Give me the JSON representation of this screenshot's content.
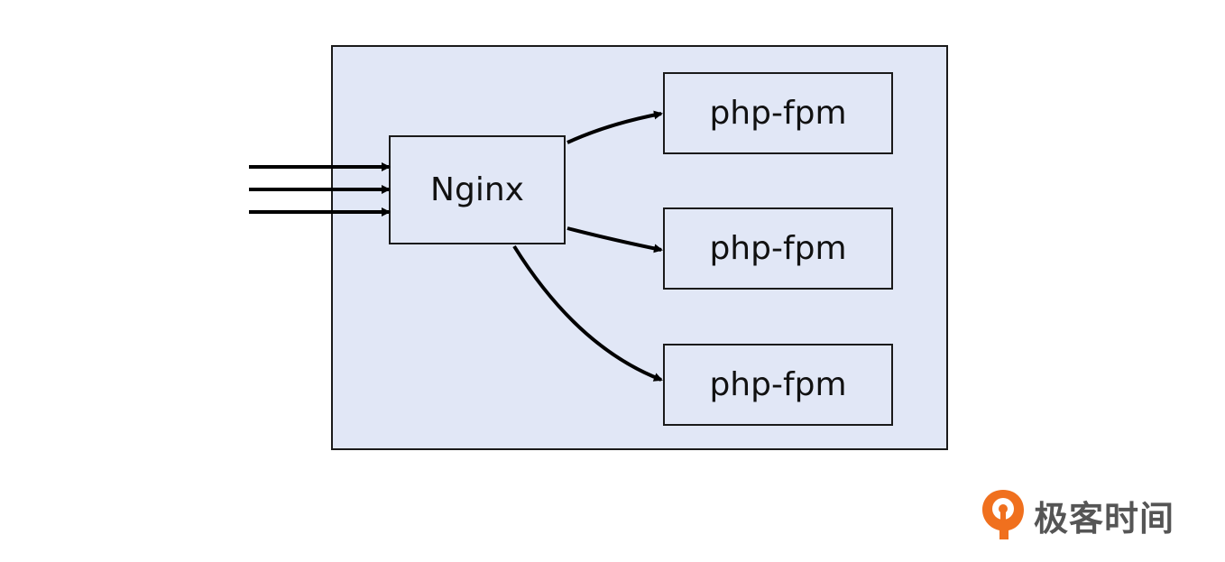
{
  "diagram": {
    "nodes": {
      "nginx": "Nginx",
      "fpm": [
        "php-fpm",
        "php-fpm",
        "php-fpm"
      ]
    },
    "edges": [
      {
        "from": "input-1",
        "to": "nginx"
      },
      {
        "from": "input-2",
        "to": "nginx"
      },
      {
        "from": "input-3",
        "to": "nginx"
      },
      {
        "from": "nginx",
        "to": "php-fpm-1"
      },
      {
        "from": "nginx",
        "to": "php-fpm-2"
      },
      {
        "from": "nginx",
        "to": "php-fpm-3"
      }
    ]
  },
  "brand": {
    "name": "极客时间",
    "accent_color": "#f0701e",
    "text_color": "#555555"
  }
}
